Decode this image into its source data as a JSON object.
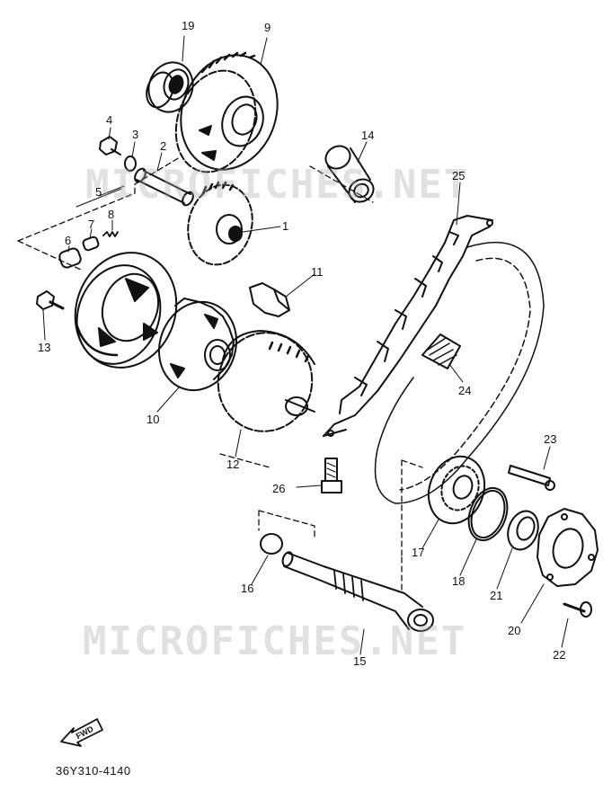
{
  "watermarks": [
    "MICROFICHES.NET",
    "MICROFICHES.NET"
  ],
  "fwd_label": "FWD",
  "diagram_code": "36Y310-4140",
  "part_labels": [
    "19",
    "9",
    "4",
    "3",
    "2",
    "14",
    "25",
    "5",
    "8",
    "7",
    "6",
    "1",
    "11",
    "13",
    "10",
    "12",
    "24",
    "23",
    "26",
    "17",
    "18",
    "21",
    "16",
    "20",
    "22",
    "15"
  ]
}
